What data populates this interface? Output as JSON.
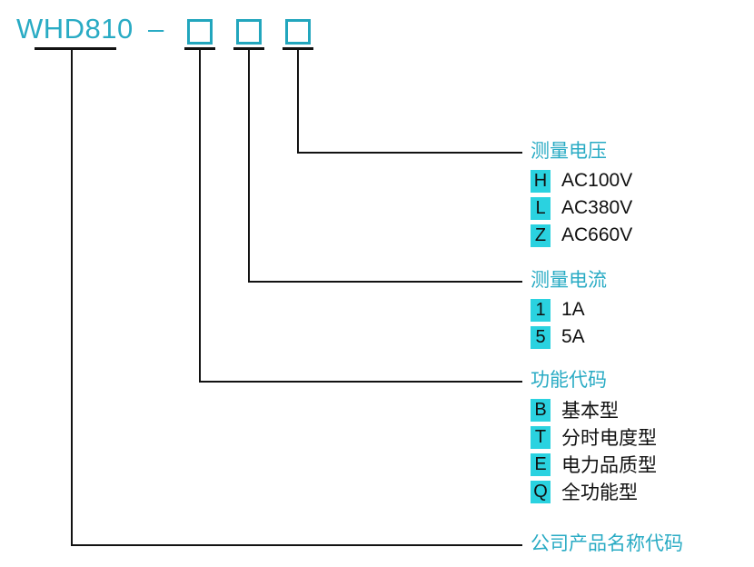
{
  "model": {
    "name": "WHD810",
    "separator": "–",
    "slot_count": 3
  },
  "colors": {
    "accent_teal": "#29abc4",
    "badge_cyan": "#2ad2e0",
    "line_black": "#121212",
    "text_black": "#101010",
    "background": "#ffffff"
  },
  "groups": [
    {
      "key": "voltage",
      "heading": "测量电压",
      "options": [
        {
          "code": "H",
          "label": "AC100V"
        },
        {
          "code": "L",
          "label": "AC380V"
        },
        {
          "code": "Z",
          "label": "AC660V"
        }
      ]
    },
    {
      "key": "current",
      "heading": "测量电流",
      "options": [
        {
          "code": "1",
          "label": "1A"
        },
        {
          "code": "5",
          "label": "5A"
        }
      ]
    },
    {
      "key": "function",
      "heading": "功能代码",
      "options": [
        {
          "code": "B",
          "label": "基本型"
        },
        {
          "code": "T",
          "label": "分时电度型"
        },
        {
          "code": "E",
          "label": "电力品质型"
        },
        {
          "code": "Q",
          "label": "全功能型"
        }
      ]
    },
    {
      "key": "product-name",
      "heading": "公司产品名称代码",
      "options": []
    }
  ]
}
